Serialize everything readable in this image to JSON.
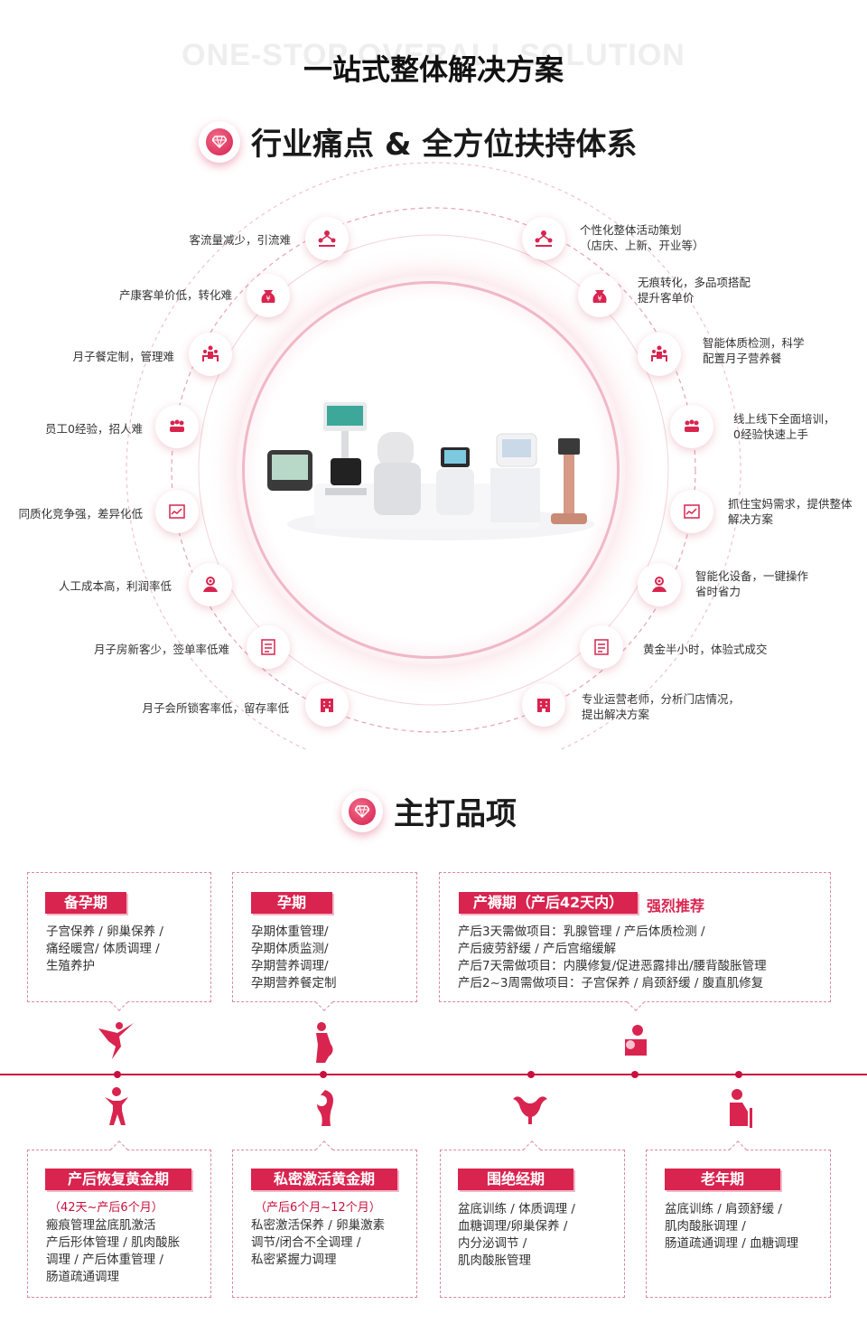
{
  "header": {
    "watermark": "ONE-STOP OVERALL SOLUTION",
    "title": "一站式整体解决方案",
    "section1_title": "行业痛点 & 全方位扶持体系",
    "section2_title": "主打品项"
  },
  "pain_points": [
    "客流量减少，引流难",
    "产康客单价低，转化难",
    "月子餐定制，管理难",
    "员工0经验，招人难",
    "同质化竞争强，差异化低",
    "人工成本高，利润率低",
    "月子房新客少，签单率低难",
    "月子会所锁客率低，留存率低"
  ],
  "supports": [
    [
      "个性化整体活动策划",
      "（店庆、上新、开业等）"
    ],
    [
      "无痕转化，多品项搭配",
      "提升客单价"
    ],
    [
      "智能体质检测，科学",
      "配置月子营养餐"
    ],
    [
      "线上线下全面培训，",
      "0经验快速上手"
    ],
    [
      "抓住宝妈需求，提供整体",
      "解决方案"
    ],
    [
      "智能化设备，一键操作",
      "省时省力"
    ],
    [
      "黄金半小时，体验式成交"
    ],
    [
      "专业运营老师，分析门店情况，",
      "提出解决方案"
    ]
  ],
  "icons": [
    "people-network-icon",
    "money-bag-icon",
    "team-icon",
    "meeting-icon",
    "chart-icon",
    "target-team-icon",
    "checklist-icon",
    "building-icon"
  ],
  "colors": {
    "accent": "#d9244f",
    "accent_light": "#f2b7c6",
    "text": "#333333"
  },
  "products_top": [
    {
      "tag": "备孕期",
      "lines": [
        "子宫保养 / 卵巢保养 /",
        "痛经暖宫/ 体质调理 /",
        "生殖养护"
      ],
      "icon": "ballerina-icon"
    },
    {
      "tag": "孕期",
      "lines": [
        "孕期体重管理/",
        "孕期体质监测/",
        "孕期营养调理/",
        "孕期营养餐定制"
      ],
      "icon": "pregnant-icon"
    },
    {
      "tag": "产褥期（产后42天内）",
      "recommend": "强烈推荐",
      "lines": [
        "产后3天需做项目：乳腺管理 / 产后体质检测 /",
        "产后疲劳舒缓 / 产后宫缩缓解",
        "产后7天需做项目：内膜修复/促进恶露排出/腰背酸胀管理",
        "产后2~3周需做项目：子宫保养 / 肩颈舒缓 / 腹直肌修复"
      ],
      "icon": "mother-baby-icon"
    }
  ],
  "products_bottom": [
    {
      "tag": "产后恢复黄金期",
      "sub": "（42天~产后6个月）",
      "lines": [
        "瘢痕管理盆底肌激活",
        "产后形体管理 / 肌肉酸胀",
        "调理 / 产后体重管理 /",
        "肠道疏通调理"
      ],
      "icon": "woman-fitness-icon"
    },
    {
      "tag": "私密激活黄金期",
      "sub": "（产后6个月~12个月）",
      "lines": [
        "私密激活保养 / 卵巢激素",
        "调节/闭合不全调理 /",
        "私密紧握力调理"
      ],
      "icon": "woman-profile-icon"
    },
    {
      "tag": "围绝经期",
      "lines": [
        "盆底训练 / 体质调理 /",
        "血糖调理/卵巢保养 /",
        "内分泌调节 /",
        "肌肉酸胀管理"
      ],
      "icon": "uterus-icon"
    },
    {
      "tag": "老年期",
      "lines": [
        "盆底训练 / 肩颈舒缓 /",
        "肌肉酸胀调理 /",
        "肠道疏通调理 / 血糖调理"
      ],
      "icon": "elderly-icon"
    }
  ]
}
